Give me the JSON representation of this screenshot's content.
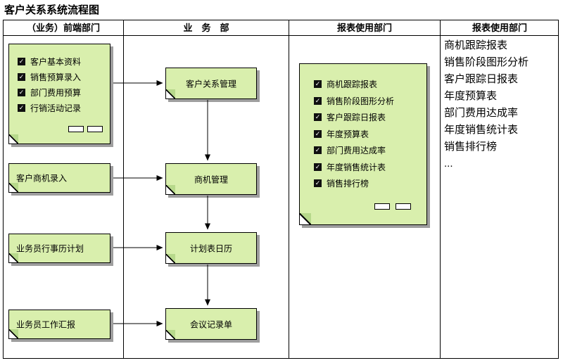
{
  "title": "客户关系系统流程图",
  "colors": {
    "note_fill": "#d9efad",
    "note_border": "#000000",
    "note_shadow": "#9e9e9e",
    "fold_flap": "#b7d98b",
    "arrow_color": "#000000"
  },
  "icons": {
    "checkbox_check": "✓"
  },
  "table": {
    "headers": [
      "（业务）前端部门",
      "业　务　部",
      "报表使用部门",
      "报表使用部门"
    ]
  },
  "frontend": {
    "entry_note": {
      "items": [
        "客户基本资料",
        "销售预算录入",
        "部门费用预算",
        "行销活动记录"
      ]
    },
    "opportunity_note": "客户商机录入",
    "calendar_note": "业务员行事历计划",
    "work_report_note": "业务员工作汇报"
  },
  "business": {
    "crm_note": "客户关系管理",
    "opportunity_note": "商机管理",
    "calendar_note": "计划表日历",
    "meeting_note": "会议记录单"
  },
  "reports": {
    "note_items": [
      "商机跟踪报表",
      "销售阶段图形分析",
      "客户跟踪日报表",
      "年度预算表",
      "部门费用达成率",
      "年度销售统计表",
      "销售排行榜"
    ]
  },
  "report_list": {
    "items": [
      "商机跟踪报表",
      "销售阶段图形分析",
      "客户跟踪日报表",
      "年度预算表",
      "部门费用达成率",
      "年度销售统计表",
      "销售排行榜",
      "..."
    ]
  }
}
